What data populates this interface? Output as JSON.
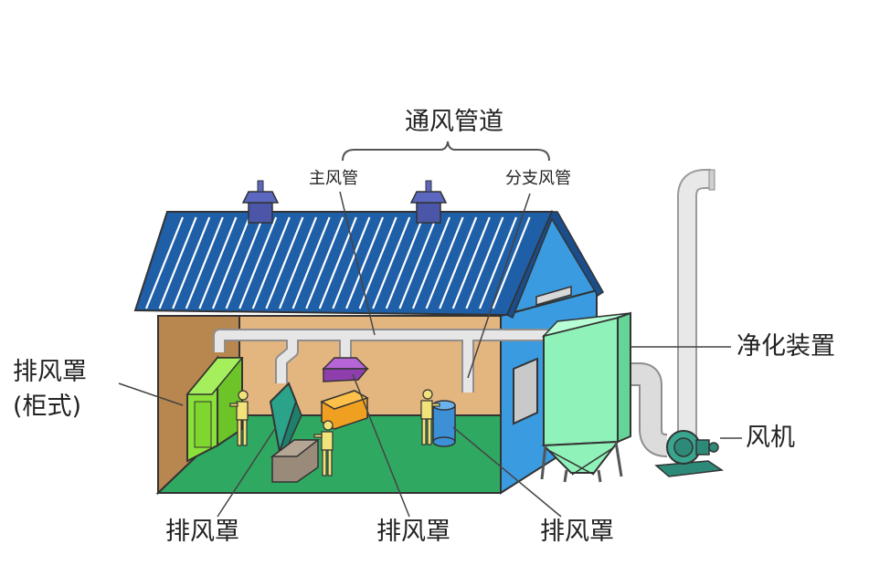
{
  "labels": {
    "duct_system": "通风管道",
    "main_duct": "主风管",
    "branch_duct": "分支风管",
    "hood_cabinet_line1": "排风罩",
    "hood_cabinet_line2": "(柜式)",
    "purifier": "净化装置",
    "fan": "风机",
    "hood_left": "排风罩",
    "hood_center": "排风罩",
    "hood_right": "排风罩"
  },
  "colors": {
    "roof": "#1f5fa8",
    "roof_stripe": "#ffffff",
    "side_wall": "#3a9be0",
    "back_wall": "#e3b57f",
    "left_wall": "#b8864f",
    "floor": "#2fa862",
    "duct": "#e6e6e6",
    "purifier": "#8ff2b8",
    "fan": "#2e8a78",
    "cabinet_hood": "#7fd62e",
    "canopy_hood": "#a64fc4",
    "orange_box": "#f0a020",
    "blue_barrel": "#3d8fd6",
    "worker": "#f2e27a"
  }
}
